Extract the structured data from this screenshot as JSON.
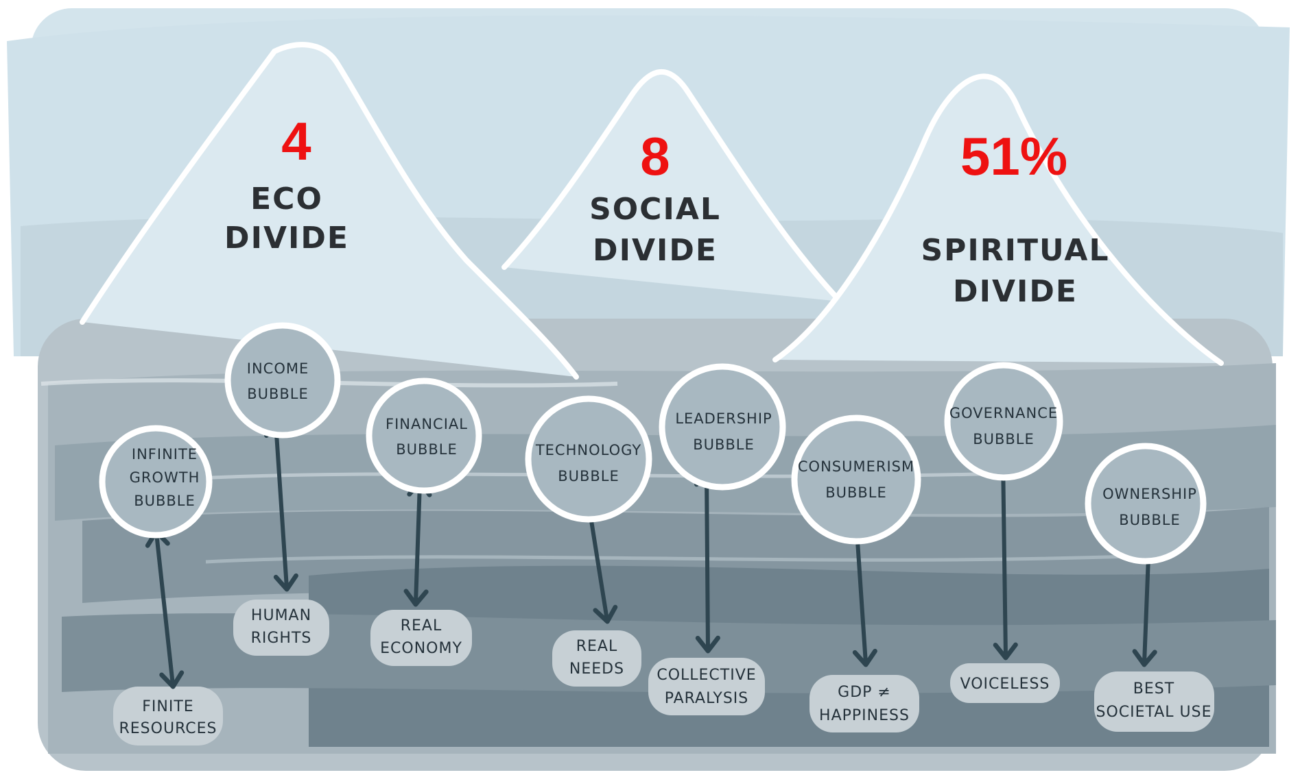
{
  "divides": [
    {
      "stat": "4",
      "label1": "ECO",
      "label2": "DIVIDE"
    },
    {
      "stat": "8",
      "label1": "SOCIAL",
      "label2": "DIVIDE"
    },
    {
      "stat": "51%",
      "label1": "SPIRITUAL",
      "label2": "DIVIDE"
    }
  ],
  "bubbles": [
    {
      "line1": "INFINITE",
      "line2": "GROWTH",
      "line3": "BUBBLE",
      "ground1": "FINITE",
      "ground2": "RESOURCES"
    },
    {
      "line1": "INCOME",
      "line2": "BUBBLE",
      "line3": "",
      "ground1": "HUMAN",
      "ground2": "RIGHTS"
    },
    {
      "line1": "FINANCIAL",
      "line2": "BUBBLE",
      "line3": "",
      "ground1": "REAL",
      "ground2": "ECONOMY"
    },
    {
      "line1": "TECHNOLOGY",
      "line2": "BUBBLE",
      "line3": "",
      "ground1": "REAL",
      "ground2": "NEEDS"
    },
    {
      "line1": "LEADERSHIP",
      "line2": "BUBBLE",
      "line3": "",
      "ground1": "COLLECTIVE",
      "ground2": "PARALYSIS"
    },
    {
      "line1": "CONSUMERISM",
      "line2": "BUBBLE",
      "line3": "",
      "ground1": "GDP ≠",
      "ground2": "HAPPINESS"
    },
    {
      "line1": "GOVERNANCE",
      "line2": "BUBBLE",
      "line3": "",
      "ground1": "VOICELESS",
      "ground2": ""
    },
    {
      "line1": "OWNERSHIP",
      "line2": "BUBBLE",
      "line3": "",
      "ground1": "BEST",
      "ground2": "SOCIETAL USE"
    }
  ],
  "colors": {
    "sky": "#d3e4ec",
    "water_light": "#b7c3ca",
    "water_mid": "#93a4ad",
    "water_dark": "#6a7d88",
    "arrow": "#2e4550",
    "stat_red": "#ee1111"
  }
}
